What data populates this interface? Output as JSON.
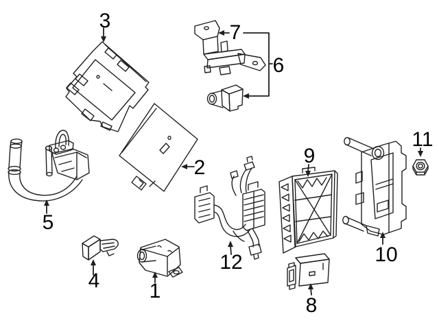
{
  "diagram": {
    "kind": "vehicle-electronic-parts-line-diagram",
    "colors": {
      "background_color": "#ffffff",
      "line_color": "#1f1f1f",
      "label_color": "#000000"
    },
    "callouts": [
      {
        "label": "1",
        "icon": "sensor-module-drawing"
      },
      {
        "label": "2",
        "icon": "flat-control-module-drawing"
      },
      {
        "label": "3",
        "icon": "large-control-module-drawing"
      },
      {
        "label": "4",
        "icon": "small-clip-sensor-drawing"
      },
      {
        "label": "5",
        "icon": "antenna-with-cable-drawing"
      },
      {
        "label": "6",
        "icon": "bracket-and-sensor-assembly"
      },
      {
        "label": "7",
        "icon": "mounting-bracket-drawing"
      },
      {
        "label": "8",
        "icon": "small-module-drawing"
      },
      {
        "label": "9",
        "icon": "ribbed-module-drawing"
      },
      {
        "label": "10",
        "icon": "support-bracket-drawing"
      },
      {
        "label": "11",
        "icon": "hex-nut-drawing"
      },
      {
        "label": "12",
        "icon": "wiring-harness-drawing"
      }
    ]
  }
}
